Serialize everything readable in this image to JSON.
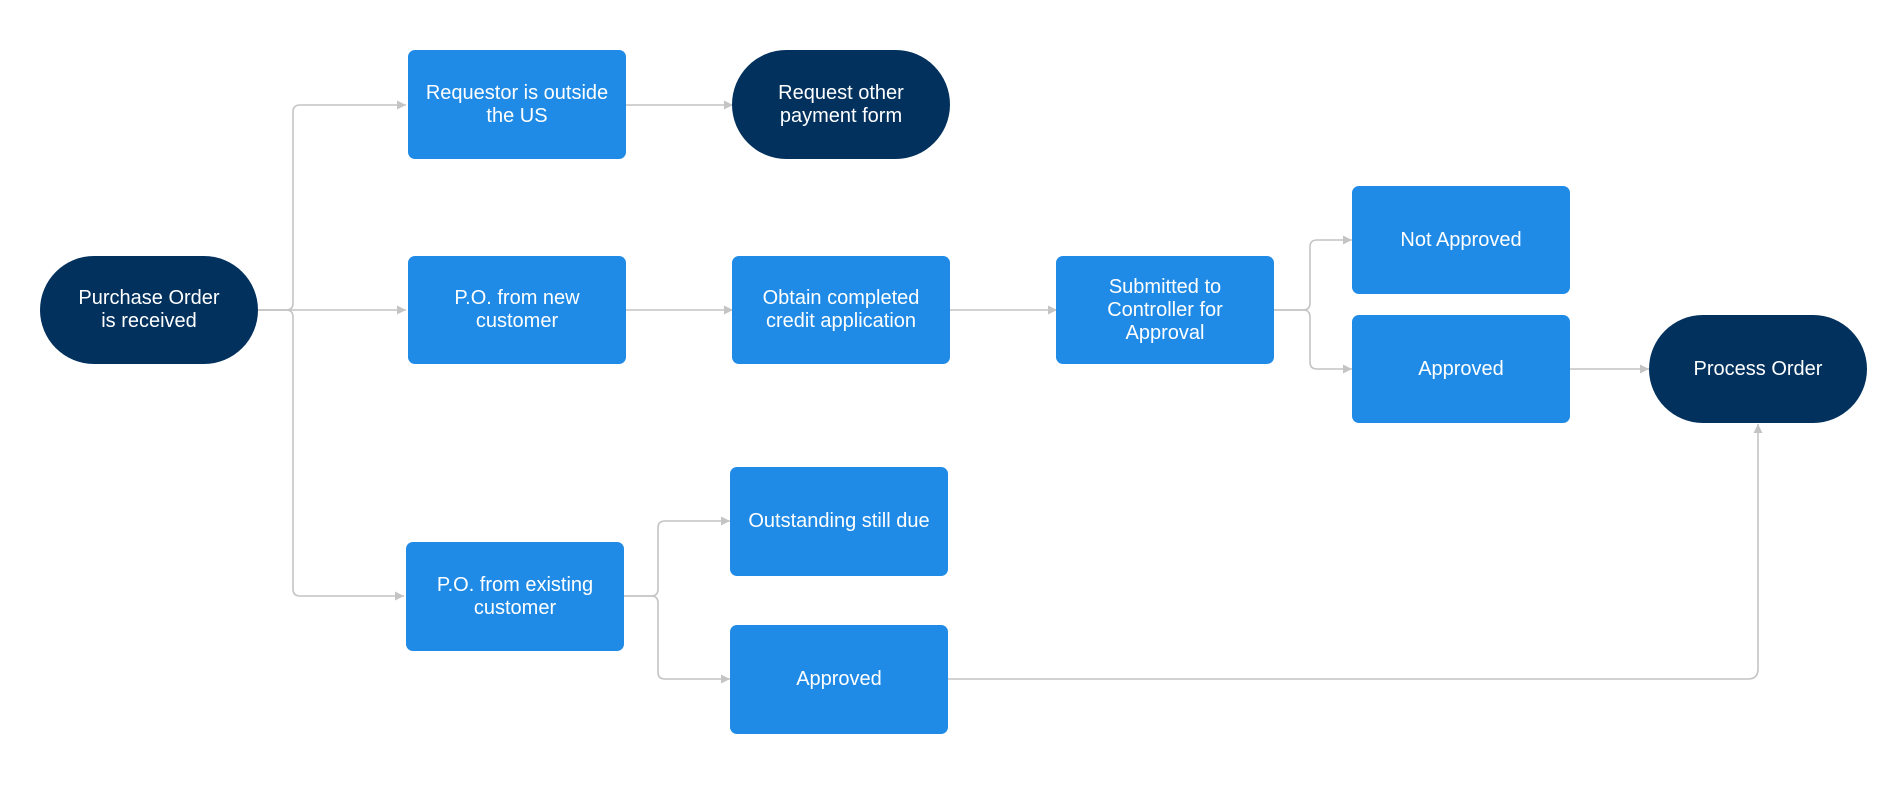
{
  "colors": {
    "process": "#1f8be6",
    "terminal": "#02315e",
    "connector": "#c4c4c4",
    "text": "#ffffff",
    "background": "#ffffff"
  },
  "nodes": {
    "purchase_order": "Purchase Order\nis received",
    "outside_us": "Requestor is outside\nthe US",
    "request_payment": "Request other\npayment form",
    "po_new": "P.O. from new\ncustomer",
    "credit_app": "Obtain completed\ncredit application",
    "submitted": "Submitted to\nController for\nApproval",
    "not_approved": "Not Approved",
    "approved_top": "Approved",
    "process_order": "Process Order",
    "po_existing": "P.O. from existing\ncustomer",
    "outstanding": "Outstanding still due",
    "approved_bottom": "Approved"
  },
  "edges": [
    {
      "from": "purchase_order",
      "to": "outside_us"
    },
    {
      "from": "purchase_order",
      "to": "po_new"
    },
    {
      "from": "purchase_order",
      "to": "po_existing"
    },
    {
      "from": "outside_us",
      "to": "request_payment"
    },
    {
      "from": "po_new",
      "to": "credit_app"
    },
    {
      "from": "credit_app",
      "to": "submitted"
    },
    {
      "from": "submitted",
      "to": "not_approved"
    },
    {
      "from": "submitted",
      "to": "approved_top"
    },
    {
      "from": "approved_top",
      "to": "process_order"
    },
    {
      "from": "po_existing",
      "to": "outstanding"
    },
    {
      "from": "po_existing",
      "to": "approved_bottom"
    },
    {
      "from": "approved_bottom",
      "to": "process_order"
    }
  ]
}
